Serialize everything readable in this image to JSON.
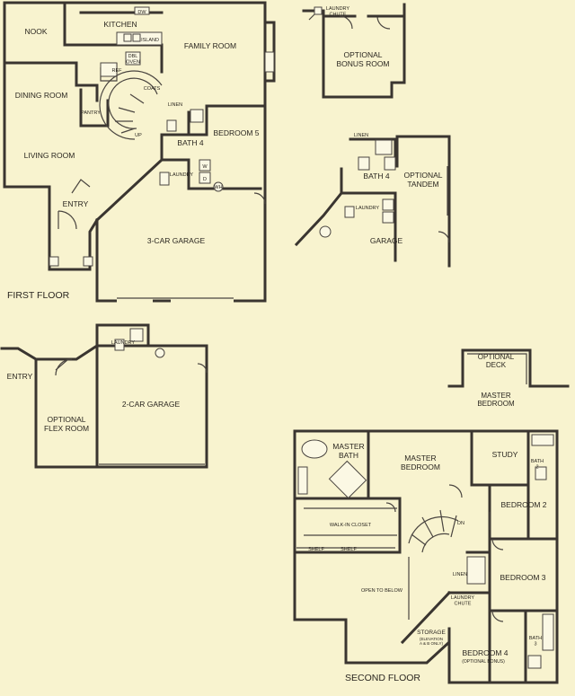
{
  "first_floor": {
    "title": "FIRST FLOOR",
    "rooms": {
      "nook": "NOOK",
      "kitchen": "KITCHEN",
      "family_room": "FAMILY ROOM",
      "dining_room": "DINING ROOM",
      "living_room": "LIVING ROOM",
      "pantry": "PANTRY",
      "coats": "COATS",
      "linen": "LINEN",
      "bedroom_5": "BEDROOM 5",
      "bath_4": "BATH 4",
      "laundry": "LAUNDRY",
      "entry": "ENTRY",
      "garage_3car": "3-CAR GARAGE"
    },
    "small_labels": {
      "dw": "DW",
      "island": "ISLAND",
      "dbl_oven": "DBL\nOVEN",
      "ref": "REF",
      "up": "UP",
      "w": "W",
      "d": "D",
      "wh": "WH"
    }
  },
  "optional_bonus": {
    "laundry_chute": "LAUNDRY\nCHUTE",
    "room": "OPTIONAL\nBONUS ROOM"
  },
  "optional_tandem": {
    "linen": "LINEN",
    "bath_4": "BATH 4",
    "laundry": "LAUNDRY",
    "tandem": "OPTIONAL\nTANDEM",
    "garage": "GARAGE"
  },
  "option_2car": {
    "entry": "ENTRY",
    "laundry": "LAUNDRY",
    "flex_room": "OPTIONAL\nFLEX ROOM",
    "garage": "2-CAR GARAGE"
  },
  "optional_deck": {
    "deck": "OPTIONAL\nDECK",
    "master_bedroom": "MASTER\nBEDROOM"
  },
  "second_floor": {
    "title": "SECOND FLOOR",
    "rooms": {
      "master_bath": "MASTER\nBATH",
      "master_bedroom": "MASTER\nBEDROOM",
      "study": "STUDY",
      "bath_2": "BATH\n2",
      "walk_in_closet": "WALK-IN CLOSET",
      "bedroom_2": "BEDROOM 2",
      "open_to_below": "OPEN TO BELOW",
      "linen": "LINEN",
      "bedroom_3": "BEDROOM 3",
      "laundry_chute": "LAUNDRY\nCHUTE",
      "storage": "STORAGE",
      "storage_note": "(ELEVATION\nA & B ONLY)",
      "bedroom_4": "BEDROOM 4",
      "bedroom_4_note": "(OPTIONAL BONUS)",
      "bath_3": "BATH\n3",
      "dn": "DN",
      "shelf": "SHELF"
    }
  }
}
